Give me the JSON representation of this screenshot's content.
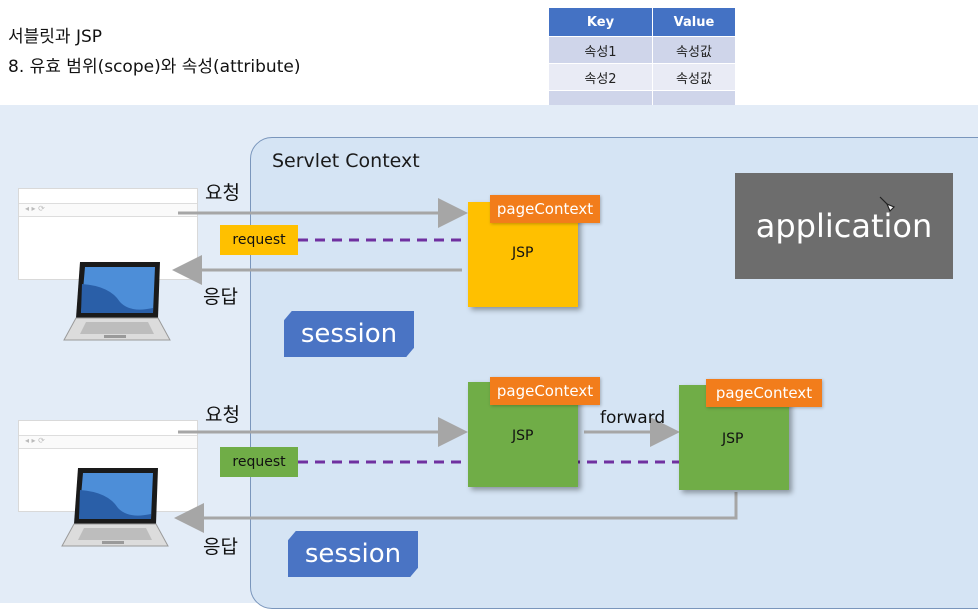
{
  "header": {
    "title": "서블릿과 JSP",
    "subtitle": "8. 유효 범위(scope)와 속성(attribute)"
  },
  "kv_table": {
    "headers": [
      "Key",
      "Value"
    ],
    "rows": [
      [
        "속성1",
        "속성값"
      ],
      [
        "속성2",
        "속성값"
      ],
      [
        "...",
        "..."
      ]
    ]
  },
  "diagram": {
    "context_label": "Servlet Context",
    "application_label": "application",
    "session_label": "session",
    "request_label": "request",
    "page_context_label": "pageContext",
    "jsp_label": "JSP",
    "forward_label": "forward",
    "request_arrow_label": "요청",
    "response_arrow_label": "응답"
  },
  "colors": {
    "table_header": "#4472c4",
    "context_fill": "#d5e4f4",
    "application_fill": "#6d6d6d",
    "session_fill": "#4a74c4",
    "jsp_yellow": "#ffc000",
    "jsp_green": "#70ad47",
    "page_context_tag": "#f27d1b",
    "dashed_arrow": "#7030a0",
    "arrow_gray": "#a6a6a6"
  },
  "icons": [
    "laptop-icon",
    "browser-window-icon"
  ]
}
